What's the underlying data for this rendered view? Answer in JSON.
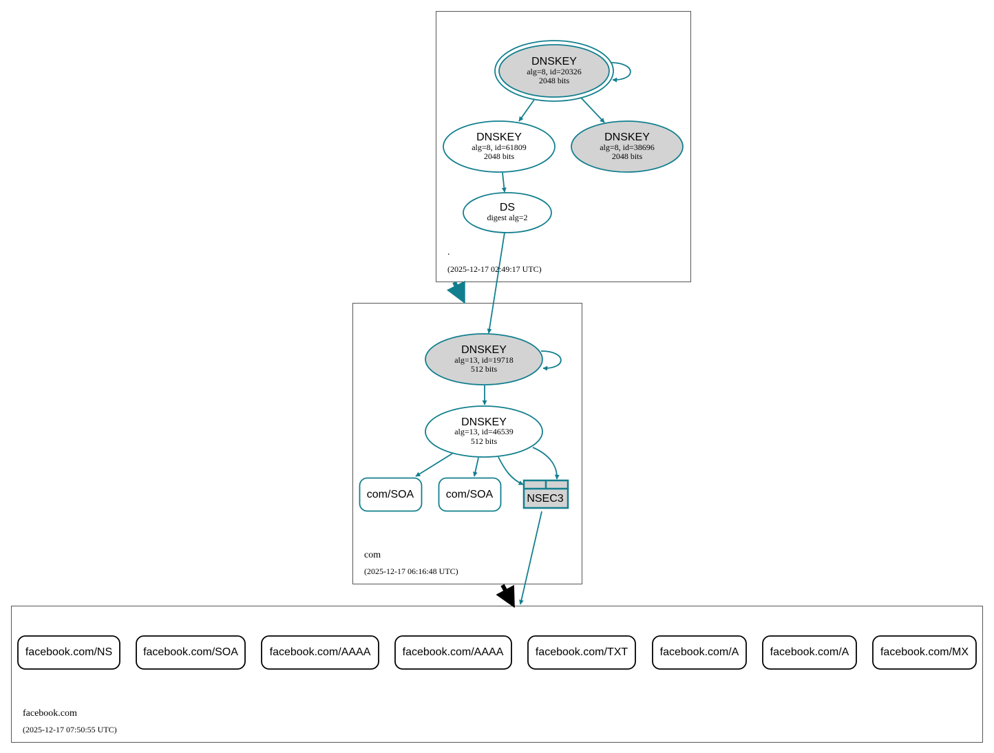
{
  "colors": {
    "edge": "#127f8e",
    "fill_ksk": "#d3d3d3",
    "zone_border": "#555555",
    "black": "#000000"
  },
  "zones": {
    "root": {
      "name": ".",
      "timestamp": "(2025-12-17 02:49:17 UTC)"
    },
    "com": {
      "name": "com",
      "timestamp": "(2025-12-17 06:16:48 UTC)"
    },
    "facebook": {
      "name": "facebook.com",
      "timestamp": "(2025-12-17 07:50:55 UTC)"
    }
  },
  "nodes": {
    "root_ksk": {
      "title": "DNSKEY",
      "line1": "alg=8, id=20326",
      "line2": "2048 bits"
    },
    "root_zsk": {
      "title": "DNSKEY",
      "line1": "alg=8, id=61809",
      "line2": "2048 bits"
    },
    "root_key3": {
      "title": "DNSKEY",
      "line1": "alg=8, id=38696",
      "line2": "2048 bits"
    },
    "root_ds": {
      "title": "DS",
      "line1": "digest alg=2"
    },
    "com_ksk": {
      "title": "DNSKEY",
      "line1": "alg=13, id=19718",
      "line2": "512 bits"
    },
    "com_zsk": {
      "title": "DNSKEY",
      "line1": "alg=13, id=46539",
      "line2": "512 bits"
    },
    "com_soa1": {
      "label": "com/SOA"
    },
    "com_soa2": {
      "label": "com/SOA"
    },
    "com_nsec3": {
      "label": "NSEC3"
    }
  },
  "records": [
    {
      "label": "facebook.com/NS"
    },
    {
      "label": "facebook.com/SOA"
    },
    {
      "label": "facebook.com/AAAA"
    },
    {
      "label": "facebook.com/AAAA"
    },
    {
      "label": "facebook.com/TXT"
    },
    {
      "label": "facebook.com/A"
    },
    {
      "label": "facebook.com/A"
    },
    {
      "label": "facebook.com/MX"
    }
  ]
}
